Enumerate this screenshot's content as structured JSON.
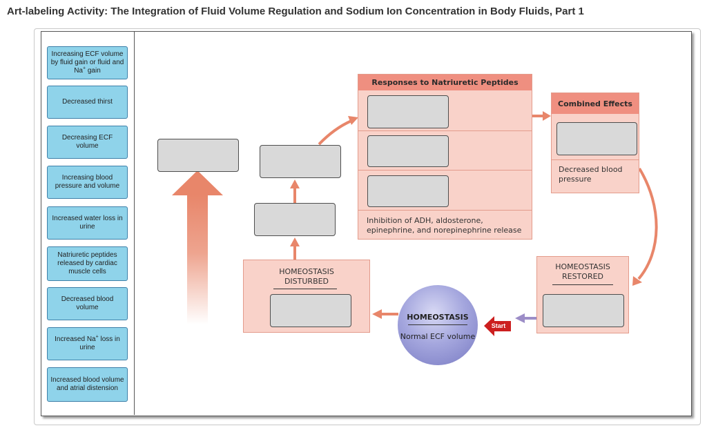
{
  "page": {
    "title": "Art-labeling Activity: The Integration of Fluid Volume Regulation and Sodium Ion Concentration in Body Fluids, Part 1"
  },
  "labels": [
    {
      "pre": "Increasing ECF volume by fluid gain or fluid and Na",
      "sup": "+",
      "post": " gain"
    },
    {
      "pre": "Decreased thirst",
      "sup": "",
      "post": ""
    },
    {
      "pre": "Decreasing ECF volume",
      "sup": "",
      "post": ""
    },
    {
      "pre": "Increasing blood pressure and volume",
      "sup": "",
      "post": ""
    },
    {
      "pre": "Increased water loss in urine",
      "sup": "",
      "post": ""
    },
    {
      "pre": "Natriuretic peptides released by cardiac muscle cells",
      "sup": "",
      "post": ""
    },
    {
      "pre": "Decreased blood volume",
      "sup": "",
      "post": ""
    },
    {
      "pre": "Increased Na",
      "sup": "+",
      "post": " loss in urine"
    },
    {
      "pre": "Increased blood volume and atrial distension",
      "sup": "",
      "post": ""
    }
  ],
  "diagram": {
    "responses_header": "Responses to Natriuretic Peptides",
    "responses_text": "Inhibition of ADH, aldosterone, epinephrine, and norepinephrine release",
    "combined_header": "Combined Effects",
    "combined_text": "Decreased blood pressure",
    "disturbed_text": "HOMEOSTASIS DISTURBED",
    "restored_text": "HOMEOSTASIS RESTORED",
    "homeostasis_title": "HOMEOSTASIS",
    "homeostasis_sub": "Normal ECF volume",
    "start_label": "Start"
  },
  "colors": {
    "label_fill": "#8fd3ea",
    "box_fill": "#f9d2c9",
    "header_fill": "#ef8f80",
    "arrow_orange": "#e8866a",
    "arrow_purple": "#9c8dc7",
    "start_red": "#cc1f1f"
  }
}
